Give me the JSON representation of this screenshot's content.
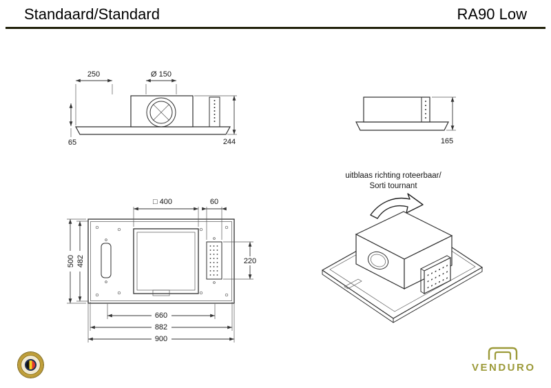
{
  "header": {
    "title_left": "Standaard/Standard",
    "title_right": "RA90 Low"
  },
  "drawing": {
    "side_front": {
      "dim_250": "250",
      "dim_diameter": "Ø 150",
      "dim_65": "65",
      "dim_244": "244"
    },
    "side_right": {
      "dim_165": "165"
    },
    "plan": {
      "dim_square": "□ 400",
      "dim_60": "60",
      "dim_500": "500",
      "dim_482": "482",
      "dim_220": "220",
      "dim_660": "660",
      "dim_882": "882",
      "dim_900": "900"
    },
    "iso": {
      "note_line1": "uitblaas richting roteerbaar/",
      "note_line2": "Sorti tournant"
    }
  },
  "footer": {
    "brand": "VENDURO"
  },
  "colors": {
    "brand_olive": "#9c9a39",
    "line_dark": "#222222"
  }
}
